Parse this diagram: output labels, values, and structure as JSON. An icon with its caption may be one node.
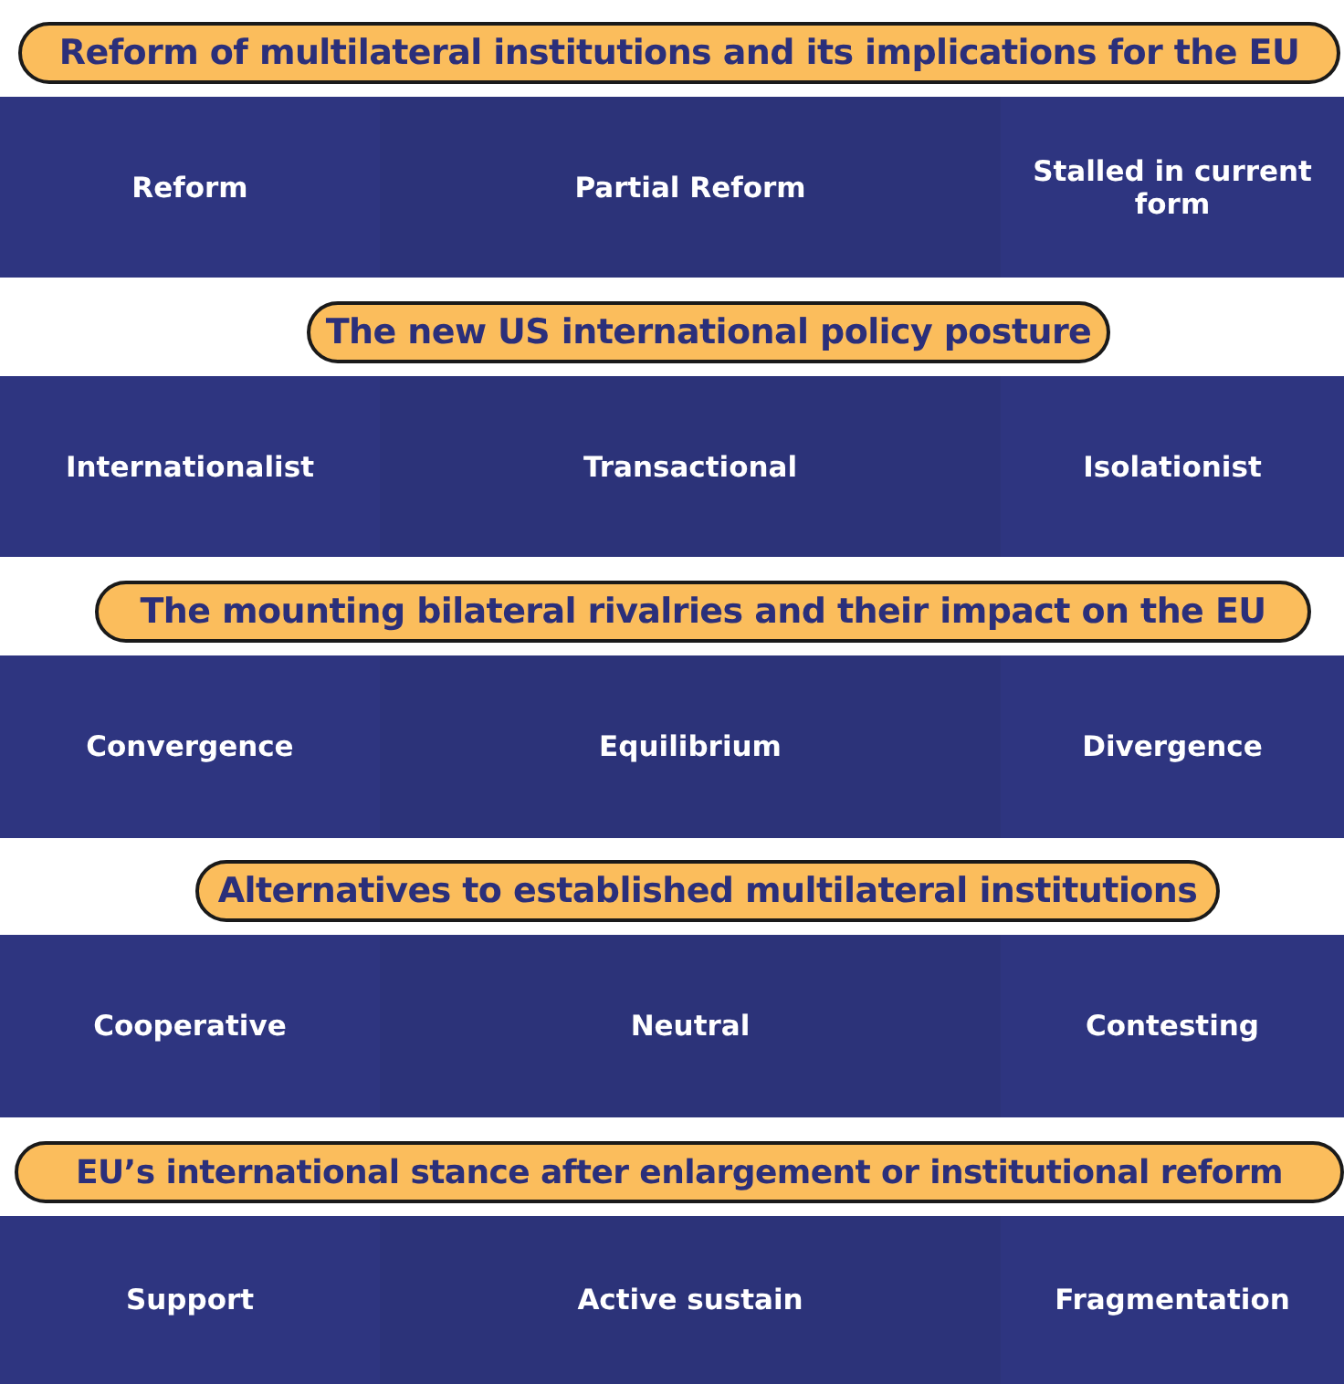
{
  "diagram": {
    "nodes": [
      {
        "text": [
          "Reform of multilateral institutions and its implications for the EU"
        ]
      },
      {
        "text": [
          "Reform"
        ]
      },
      {
        "text": [
          "Partial Reform"
        ]
      },
      {
        "text": [
          "Stalled in current form"
        ]
      },
      {
        "text": [
          "The new US international policy posture"
        ]
      },
      {
        "text": [
          "Internationalist"
        ]
      },
      {
        "text": [
          "Transactional"
        ]
      },
      {
        "text": [
          "Isolationist"
        ]
      },
      {
        "text": [
          "The mounting bilateral rivalries and their impact on the EU"
        ]
      },
      {
        "text": [
          "Convergence"
        ]
      },
      {
        "text": [
          "Equilibrium"
        ]
      },
      {
        "text": [
          "Divergence"
        ]
      },
      {
        "text": [
          "Alternatives to established multilateral institutions"
        ]
      },
      {
        "text": [
          "Cooperative"
        ]
      },
      {
        "text": [
          "Neutral"
        ]
      },
      {
        "text": [
          "Contesting"
        ]
      },
      {
        "text": [
          "EU’s international stance after enlargement or institutional reform"
        ]
      },
      {
        "text": [
          "Support"
        ]
      },
      {
        "text": [
          "Active sustain"
        ]
      },
      {
        "text": [
          "Fragmentation"
        ]
      }
    ]
  }
}
